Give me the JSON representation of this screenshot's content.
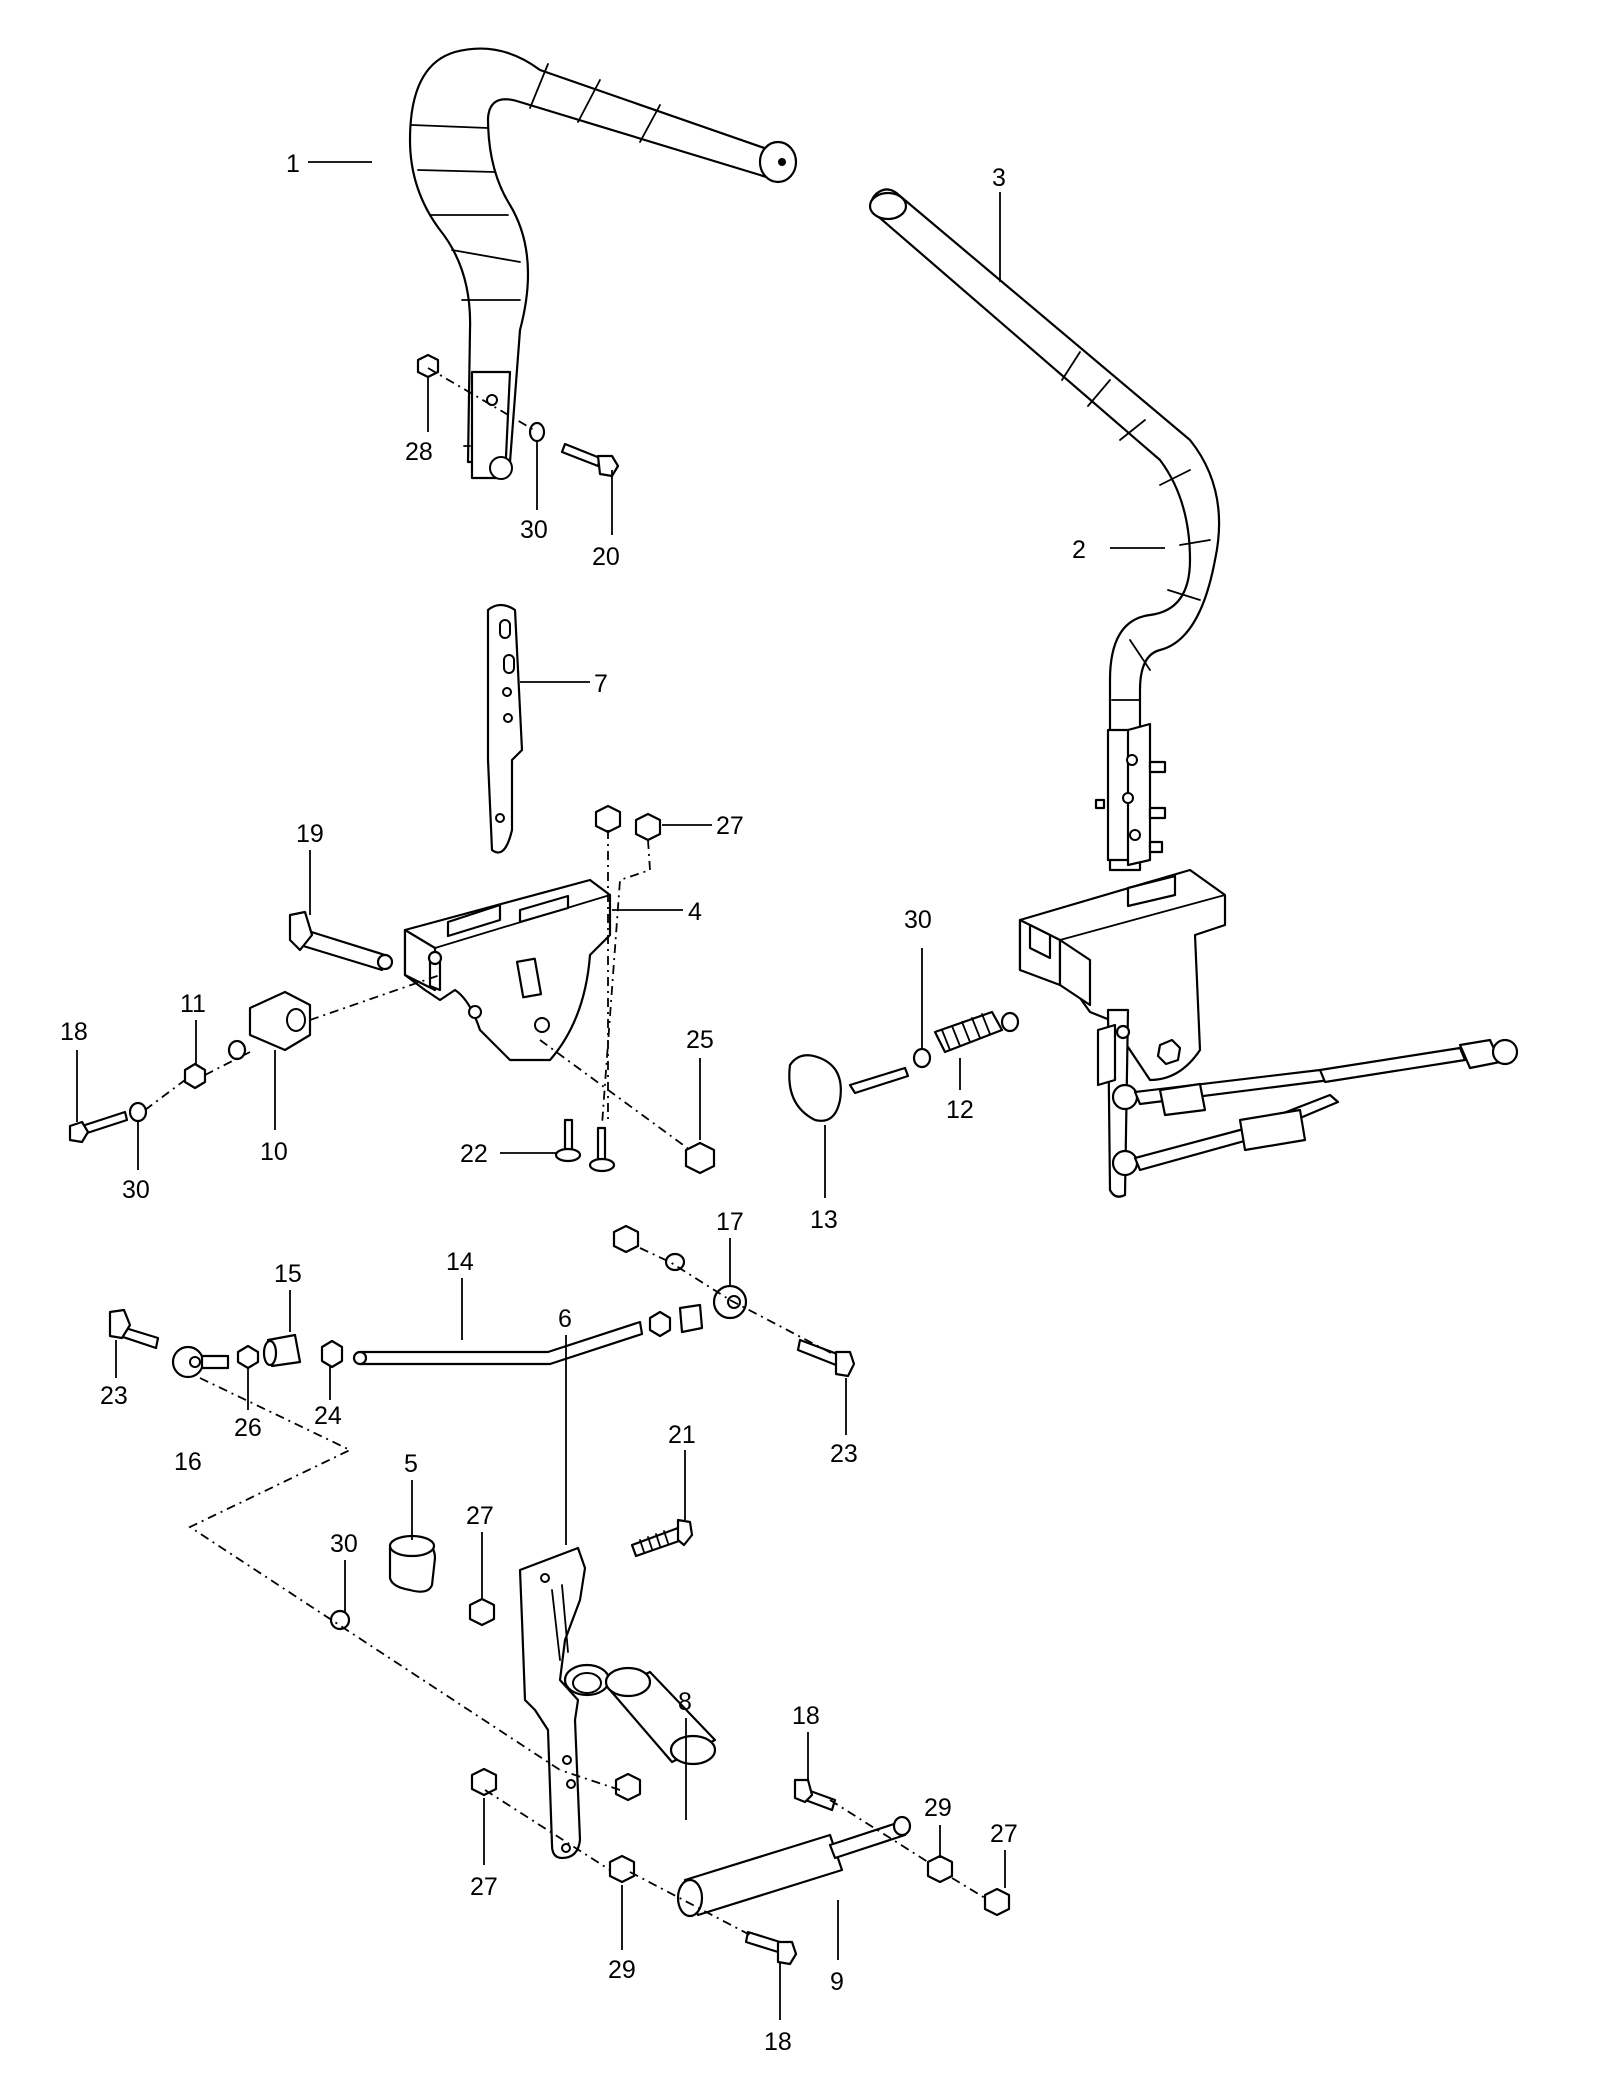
{
  "diagram": {
    "kind": "exploded parts diagram",
    "callouts": [
      "1",
      "2",
      "3",
      "4",
      "5",
      "6",
      "7",
      "8",
      "9",
      "10",
      "11",
      "12",
      "13",
      "14",
      "15",
      "16",
      "17",
      "18",
      "19",
      "20",
      "21",
      "22",
      "23",
      "24",
      "25",
      "26",
      "27",
      "28",
      "29",
      "30"
    ],
    "label_instances": [
      {
        "id": "1"
      },
      {
        "id": "2"
      },
      {
        "id": "3"
      },
      {
        "id": "4"
      },
      {
        "id": "5"
      },
      {
        "id": "6"
      },
      {
        "id": "7"
      },
      {
        "id": "8"
      },
      {
        "id": "9"
      },
      {
        "id": "10"
      },
      {
        "id": "11"
      },
      {
        "id": "12"
      },
      {
        "id": "13"
      },
      {
        "id": "14"
      },
      {
        "id": "15"
      },
      {
        "id": "16"
      },
      {
        "id": "17"
      },
      {
        "id": "18"
      },
      {
        "id": "18"
      },
      {
        "id": "18"
      },
      {
        "id": "19"
      },
      {
        "id": "20"
      },
      {
        "id": "21"
      },
      {
        "id": "22"
      },
      {
        "id": "23"
      },
      {
        "id": "23"
      },
      {
        "id": "24"
      },
      {
        "id": "25"
      },
      {
        "id": "26"
      },
      {
        "id": "27"
      },
      {
        "id": "27"
      },
      {
        "id": "27"
      },
      {
        "id": "27"
      },
      {
        "id": "28"
      },
      {
        "id": "29"
      },
      {
        "id": "29"
      },
      {
        "id": "30"
      },
      {
        "id": "30"
      },
      {
        "id": "30"
      },
      {
        "id": "30"
      }
    ]
  }
}
